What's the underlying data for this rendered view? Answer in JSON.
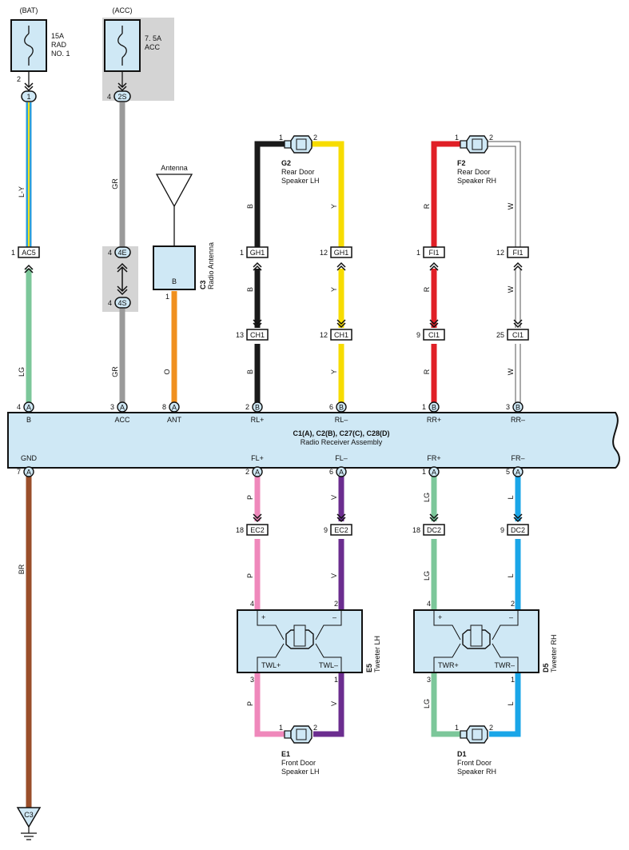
{
  "power": {
    "bat": {
      "source": "(BAT)",
      "fuse_line1": "15A",
      "fuse_line2": "RAD",
      "fuse_line3": "NO. 1",
      "fuse_pin": "2",
      "conn_pin": "1"
    },
    "acc": {
      "source": "(ACC)",
      "fuse_line1": "7. 5A",
      "fuse_line2": "ACC",
      "conn_pin_no": "4",
      "conn_label": "2S"
    }
  },
  "antenna": {
    "label": "Antenna",
    "box_label": "B",
    "pin": "1",
    "code": "C3",
    "name": "Radio Antenna"
  },
  "wires": {
    "ly": "L-Y",
    "gr_top": "GR",
    "gr_bottom": "GR",
    "lg_left": "LG",
    "o": "O",
    "b_top": "B",
    "b_mid": "B",
    "b_bot": "B",
    "y_top": "Y",
    "y_mid": "Y",
    "y_bot": "Y",
    "r_top": "R",
    "r_mid": "R",
    "r_bot": "R",
    "w_top": "W",
    "w_mid": "W",
    "w_bot": "W",
    "br": "BR",
    "p_top": "P",
    "p_mid": "P",
    "p_bot": "P",
    "v_top": "V",
    "v_mid": "V",
    "v_bot": "V",
    "lg_top": "LG",
    "lg_mid": "LG",
    "lg_bot": "LG",
    "l_top": "L",
    "l_mid": "L",
    "l_bot": "L"
  },
  "connectors": {
    "ac5": {
      "pin": "1",
      "label": "AC5"
    },
    "e4": {
      "pin": "4",
      "label": "4E"
    },
    "s4": {
      "pin": "4",
      "label": "4S"
    },
    "gh1_left": {
      "pin": "1",
      "label": "GH1"
    },
    "gh1_right": {
      "pin": "12",
      "label": "GH1"
    },
    "fi1_left": {
      "pin": "1",
      "label": "FI1"
    },
    "fi1_right": {
      "pin": "12",
      "label": "FI1"
    },
    "ch1_left": {
      "pin": "13",
      "label": "CH1"
    },
    "ch1_right": {
      "pin": "12",
      "label": "CH1"
    },
    "ci1_left": {
      "pin": "9",
      "label": "CI1"
    },
    "ci1_right": {
      "pin": "25",
      "label": "CI1"
    },
    "ec2_left": {
      "pin": "18",
      "label": "EC2"
    },
    "ec2_right": {
      "pin": "9",
      "label": "EC2"
    },
    "dc2_left": {
      "pin": "18",
      "label": "DC2"
    },
    "dc2_right": {
      "pin": "9",
      "label": "DC2"
    }
  },
  "receiver": {
    "title": "C1(A), C2(B), C27(C), C28(D)",
    "subtitle": "Radio Receiver Assembly",
    "top_pins": [
      {
        "num": "4",
        "conn": "A",
        "name": "B"
      },
      {
        "num": "3",
        "conn": "A",
        "name": "ACC"
      },
      {
        "num": "8",
        "conn": "A",
        "name": "ANT"
      },
      {
        "num": "2",
        "conn": "B",
        "name": "RL+"
      },
      {
        "num": "6",
        "conn": "B",
        "name": "RL–"
      },
      {
        "num": "1",
        "conn": "B",
        "name": "RR+"
      },
      {
        "num": "3",
        "conn": "B",
        "name": "RR–"
      }
    ],
    "bottom_pins": [
      {
        "num": "7",
        "conn": "A",
        "name": "GND"
      },
      {
        "num": "2",
        "conn": "A",
        "name": "FL+"
      },
      {
        "num": "6",
        "conn": "A",
        "name": "FL–"
      },
      {
        "num": "1",
        "conn": "A",
        "name": "FR+"
      },
      {
        "num": "5",
        "conn": "A",
        "name": "FR–"
      }
    ]
  },
  "speakers": {
    "g2": {
      "code": "G2",
      "name1": "Rear Door",
      "name2": "Speaker LH",
      "pin1": "1",
      "pin2": "2"
    },
    "f2": {
      "code": "F2",
      "name1": "Rear Door",
      "name2": "Speaker RH",
      "pin1": "1",
      "pin2": "2"
    },
    "e1": {
      "code": "E1",
      "name1": "Front Door",
      "name2": "Speaker LH",
      "pin1": "1",
      "pin2": "2"
    },
    "d1": {
      "code": "D1",
      "name1": "Front Door",
      "name2": "Speaker RH",
      "pin1": "1",
      "pin2": "2"
    }
  },
  "tweeters": {
    "e5": {
      "code": "E5",
      "name": "Tweeter LH",
      "plus": "+",
      "minus": "–",
      "left_label": "TWL+",
      "right_label": "TWL–",
      "top_left_pin": "4",
      "top_right_pin": "2",
      "bot_left_pin": "3",
      "bot_right_pin": "1"
    },
    "d5": {
      "code": "D5",
      "name": "Tweeter RH",
      "plus": "+",
      "minus": "–",
      "left_label": "TWR+",
      "right_label": "TWR–",
      "top_left_pin": "4",
      "top_right_pin": "2",
      "bot_left_pin": "3",
      "bot_right_pin": "1"
    }
  },
  "ground": {
    "label": "C3"
  },
  "colors": {
    "box_fill": "#cfe8f5",
    "shade": "#d4d4d4",
    "L-Y_blue": "#2f9fd8",
    "L-Y_yellow": "#f5e31a",
    "GR": "#9a9a9a",
    "LG": "#7cc79a",
    "O": "#f0901e",
    "B": "#1a1a1a",
    "Y": "#f7dc00",
    "R": "#e01f26",
    "W": "#ffffff",
    "BR": "#9a4e2a",
    "P": "#ef88bb",
    "V": "#6b2d8f",
    "L": "#1aa6e8"
  }
}
